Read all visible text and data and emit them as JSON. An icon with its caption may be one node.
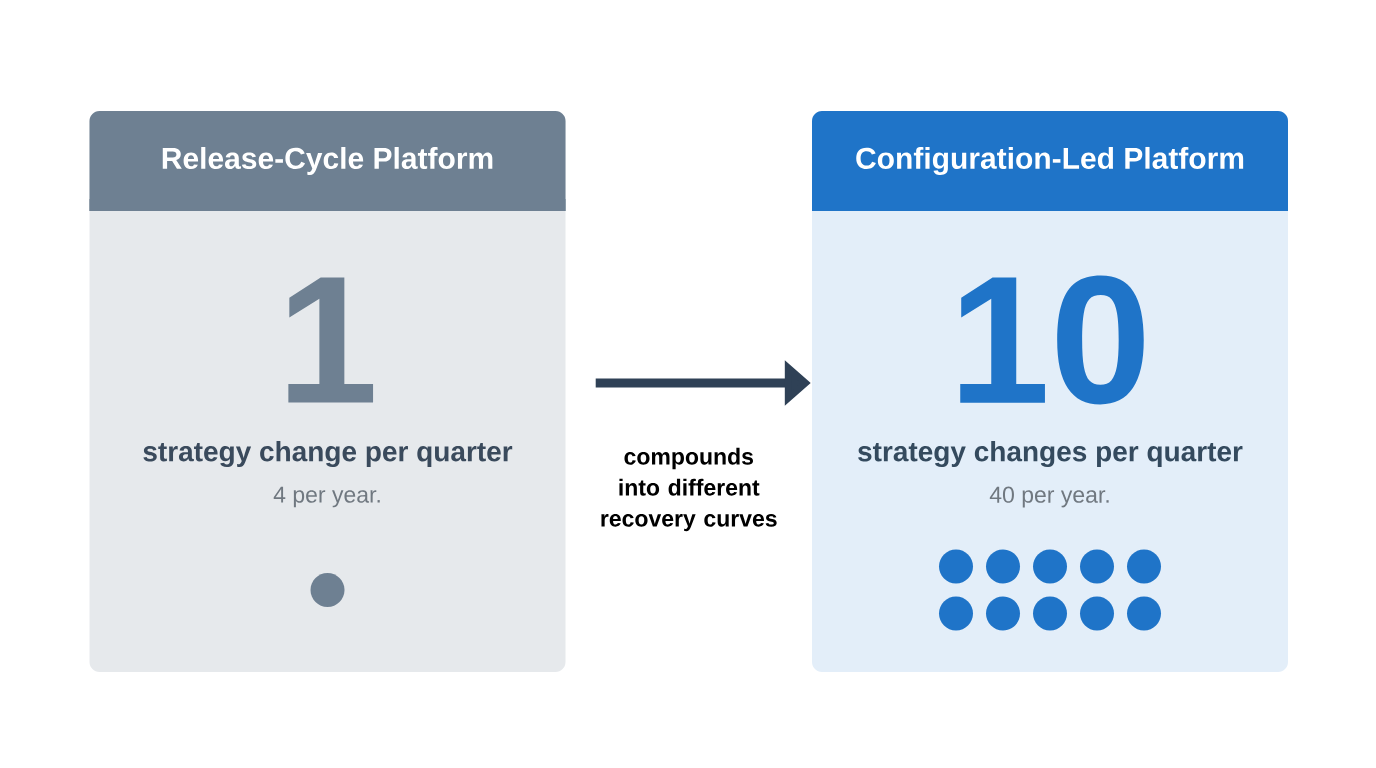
{
  "diagram": {
    "nodes": [
      {
        "text": [
          "Release-Cycle Platform",
          "1",
          "strategy change per quarter",
          "4 per year."
        ]
      },
      {
        "text": [
          "Configuration-Led Platform",
          "10",
          "strategy changes per quarter",
          "40 per year."
        ]
      },
      {
        "text": [],
        "shape": "circle",
        "in": 0
      },
      {
        "text": [],
        "shape": "circle",
        "in": 1
      },
      {
        "text": [],
        "shape": "circle",
        "in": 1
      },
      {
        "text": [],
        "shape": "circle",
        "in": 1
      },
      {
        "text": [],
        "shape": "circle",
        "in": 1
      },
      {
        "text": [],
        "shape": "circle",
        "in": 1
      },
      {
        "text": [],
        "shape": "circle",
        "in": 1
      },
      {
        "text": [],
        "shape": "circle",
        "in": 1
      },
      {
        "text": [],
        "shape": "circle",
        "in": 1
      },
      {
        "text": [],
        "shape": "circle",
        "in": 1
      },
      {
        "text": [],
        "shape": "circle",
        "in": 1
      }
    ],
    "edges": [
      {
        "from": 0,
        "to": 1,
        "arrow": "to",
        "label": "compounds into different recovery curves"
      }
    ]
  }
}
